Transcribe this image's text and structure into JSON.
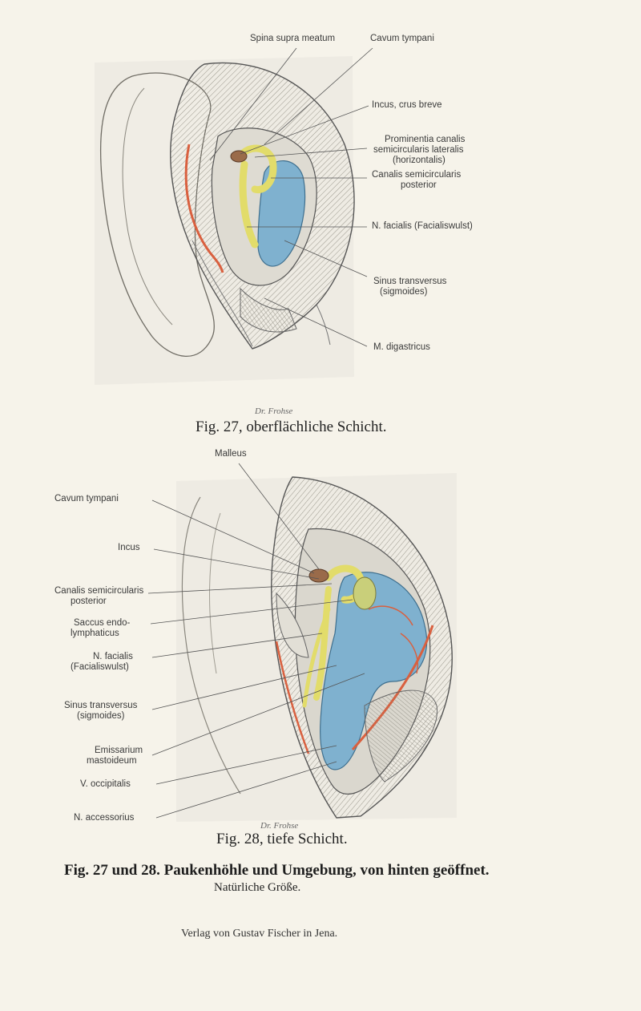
{
  "fig27": {
    "labels_top": [
      "Spina supra meatum",
      "Cavum tympani"
    ],
    "labels_right": [
      "Incus, crus breve",
      "Prominentia canalis",
      "semicircularis lateralis",
      "(horizontalis)",
      "Canalis semicircularis",
      "posterior",
      "N. facialis (Facialiswulst)",
      "Sinus transversus",
      "(sigmoides)",
      "M. digastricus"
    ],
    "signature": "Dr. Frohse",
    "caption": "Fig. 27, oberflächliche Schicht."
  },
  "fig28": {
    "label_top": "Malleus",
    "labels_left": [
      "Cavum tympani",
      "Incus",
      "Canalis semicircularis",
      "posterior",
      "Saccus endo-",
      "lymphaticus",
      "N. facialis",
      "(Facialiswulst)",
      "Sinus transversus",
      "(sigmoides)",
      "Emissarium",
      "mastoideum",
      "V. occipitalis",
      "N. accessorius"
    ],
    "signature": "Dr. Frohse",
    "caption": "Fig. 28, tiefe Schicht."
  },
  "plate": {
    "title": "Fig. 27 und 28. Paukenhöhle und Umgebung, von hinten geöffnet.",
    "subtitle": "Natürliche Größe.",
    "publisher": "Verlag von Gustav Fischer in Jena."
  },
  "colors": {
    "paper": "#f6f3ea",
    "nerve_yellow": "#e2dc6a",
    "sinus_blue": "#7fb1cf",
    "artery_red": "#d9603f",
    "bone": "#e9e6dc"
  }
}
